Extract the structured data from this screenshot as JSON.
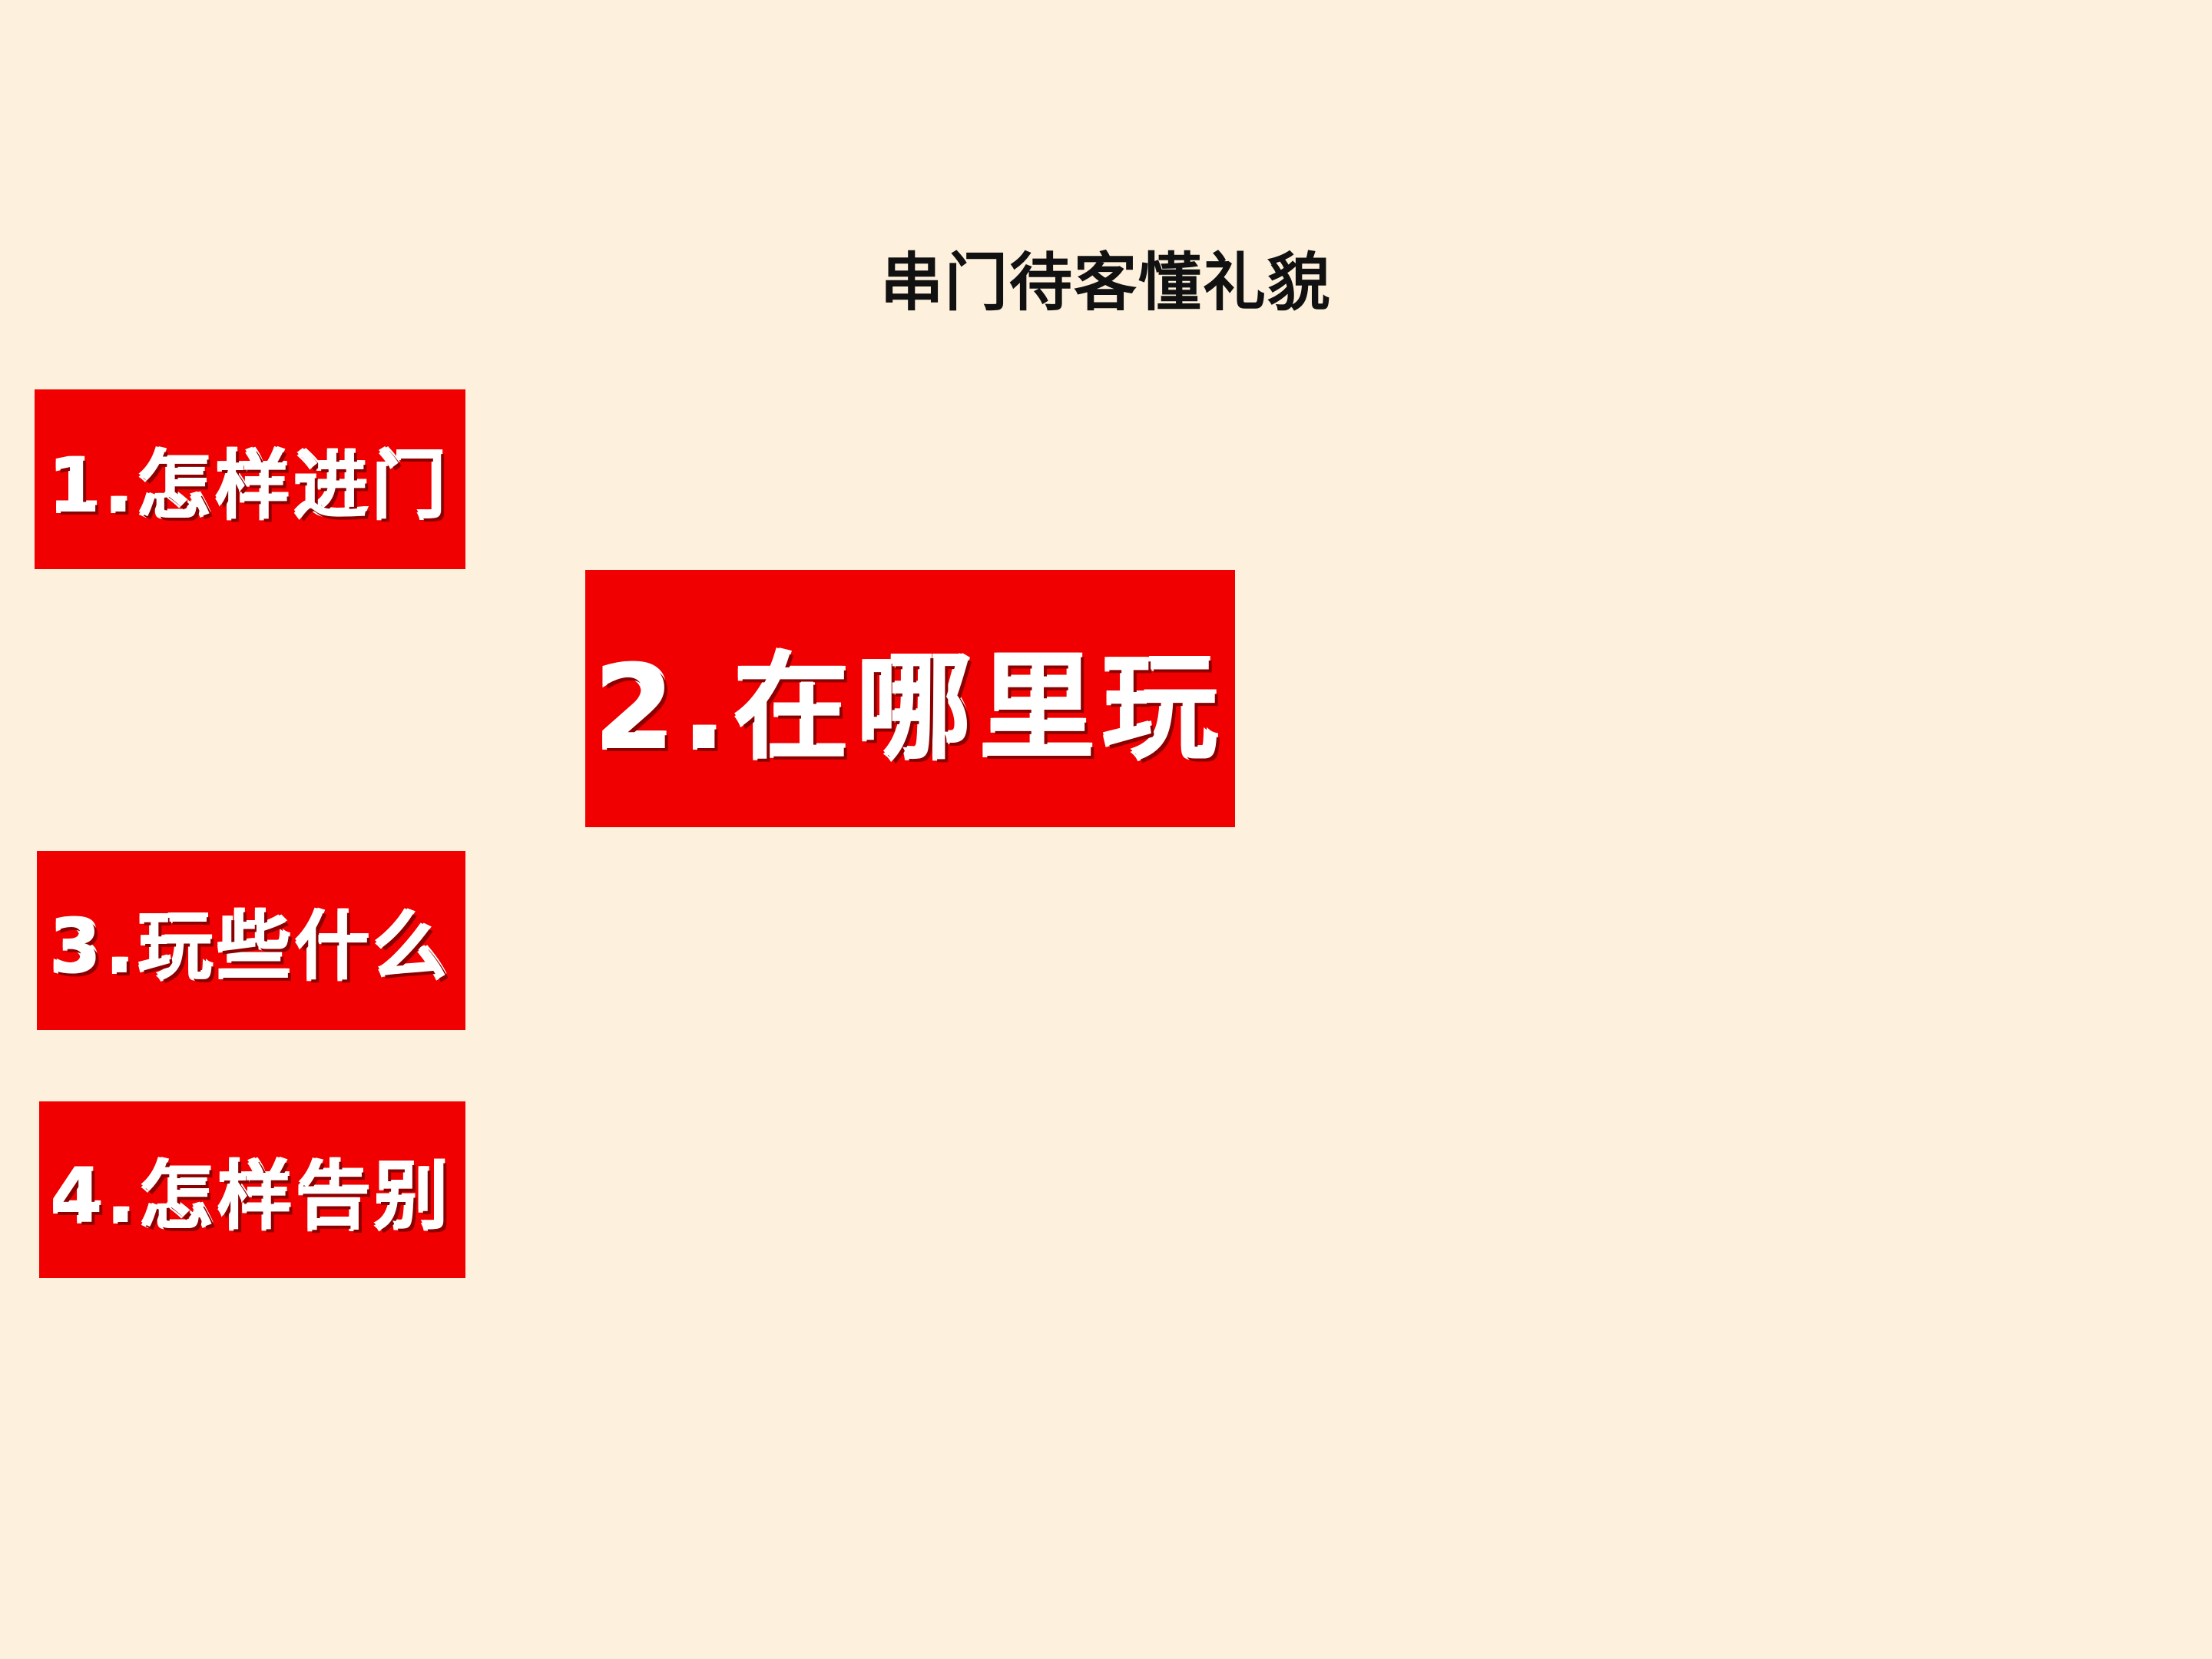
{
  "slide": {
    "title": "串门待客懂礼貌",
    "items": [
      {
        "label": "1.怎样进门"
      },
      {
        "label": "2.在哪里玩"
      },
      {
        "label": "3.玩些什么"
      },
      {
        "label": "4.怎样告别"
      }
    ]
  },
  "colors": {
    "background": "#fdf1de",
    "card": "#f00000",
    "card_text": "#ffffff",
    "title_text": "#111111"
  }
}
